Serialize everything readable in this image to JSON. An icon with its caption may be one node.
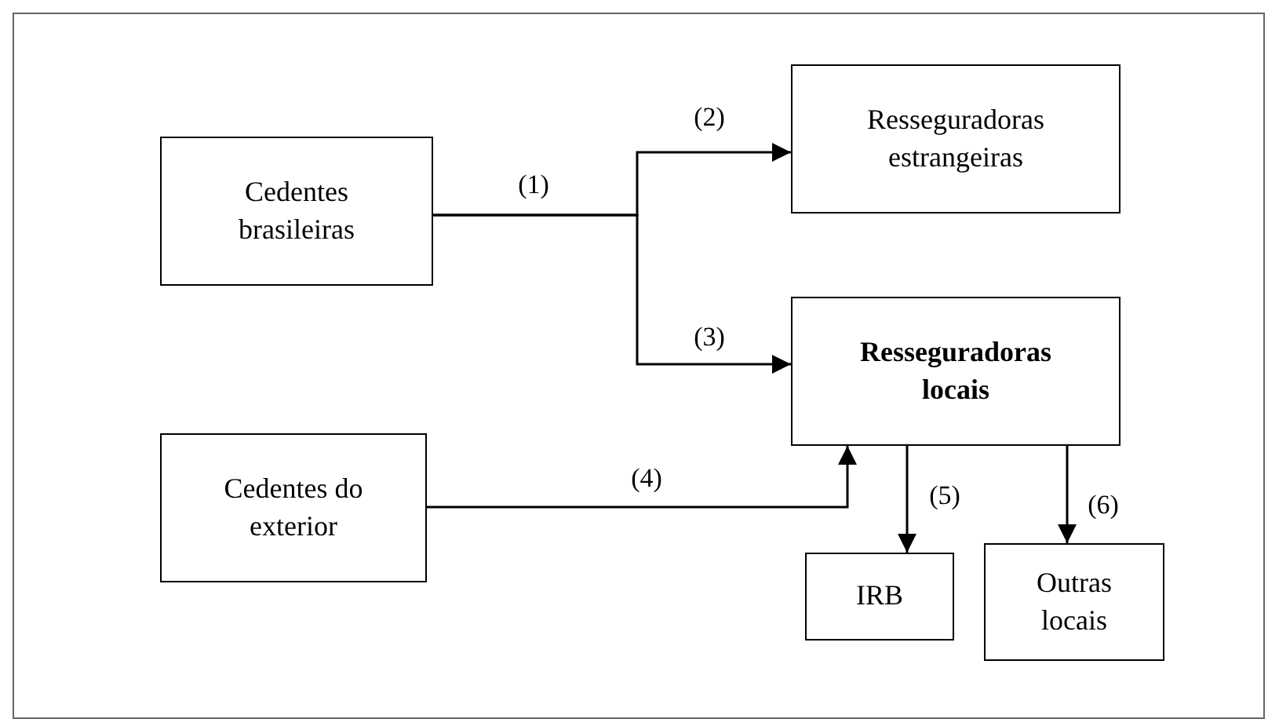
{
  "diagram": {
    "nodes": [
      {
        "text": [
          "Cedentes brasileiras"
        ]
      },
      {
        "text": [
          "Resseguradoras estrangeiras"
        ]
      },
      {
        "text": [
          "Resseguradoras locais"
        ]
      },
      {
        "text": [
          "Cedentes do exterior"
        ]
      },
      {
        "text": [
          "IRB"
        ]
      },
      {
        "text": [
          "Outras locais"
        ]
      }
    ],
    "edges": [
      {
        "from": 0,
        "to": 1,
        "arrow": "to",
        "label": "(2)"
      },
      {
        "from": 0,
        "to": 2,
        "arrow": "to",
        "label": "(3)"
      },
      {
        "from": 3,
        "to": 2,
        "arrow": "to",
        "label": "(4)"
      },
      {
        "from": 2,
        "to": 4,
        "arrow": "to",
        "label": "(5)"
      },
      {
        "from": 2,
        "to": 5,
        "arrow": "to",
        "label": "(6)"
      }
    ],
    "labels": [
      "(1)"
    ]
  }
}
